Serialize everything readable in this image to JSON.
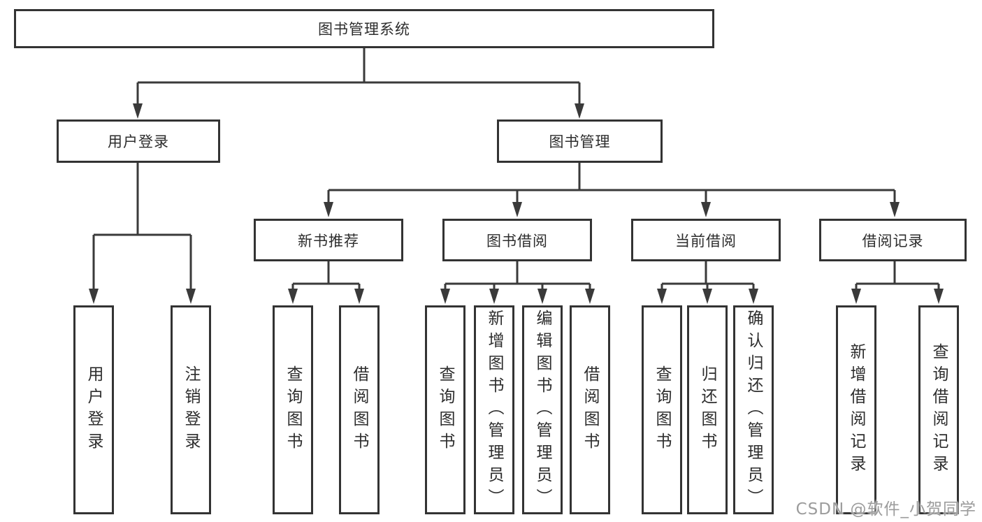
{
  "diagram": {
    "root": "图书管理系统",
    "branches": [
      {
        "label": "用户登录",
        "leaves": [
          "用户登录",
          "注销登录"
        ]
      },
      {
        "label": "图书管理",
        "groups": [
          {
            "label": "新书推荐",
            "leaves": [
              "查询图书",
              "借阅图书"
            ]
          },
          {
            "label": "图书借阅",
            "leaves": [
              "查询图书",
              "新增图书（管理员）",
              "编辑图书（管理员）",
              "借阅图书"
            ]
          },
          {
            "label": "当前借阅",
            "leaves": [
              "查询图书",
              "归还图书",
              "确认归还（管理员）"
            ]
          },
          {
            "label": "借阅记录",
            "leaves": [
              "新增借阅记录",
              "查询借阅记录"
            ]
          }
        ]
      }
    ]
  },
  "watermark": "CSDN @软件_小贺同学",
  "colors": {
    "line": "#3a3a3a",
    "border": "#333333",
    "text": "#2d2d2d",
    "watermark": "#9c9c9c",
    "background": "#ffffff"
  }
}
